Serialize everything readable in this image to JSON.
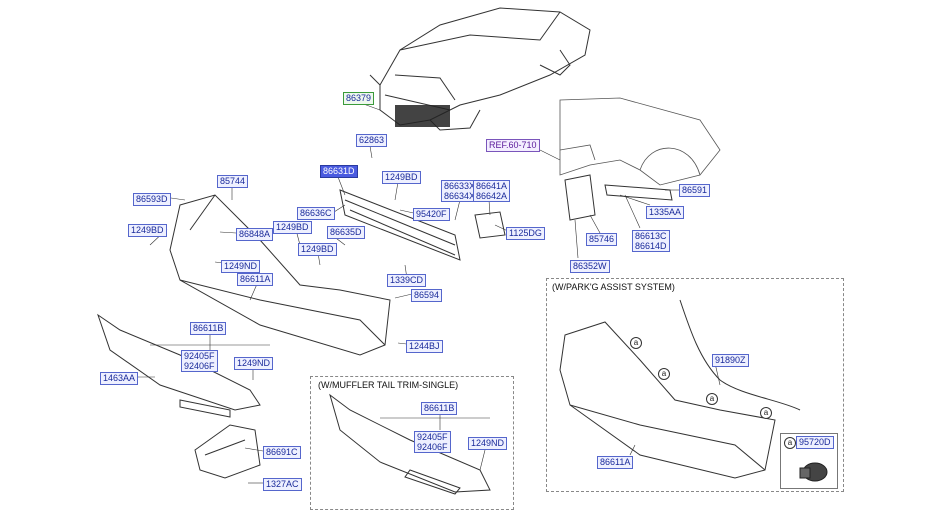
{
  "callouts": {
    "c86379": "86379",
    "c62863": "62863",
    "c86631D": "86631D",
    "c1249BD_top": "1249BD",
    "c85744": "85744",
    "c86593D": "86593D",
    "c86636C": "86636C",
    "c95420F": "95420F",
    "c86633X": "86633X\n86634X",
    "c86641A": "86641A\n86642A",
    "c1249BD_left": "1249BD",
    "c86848A": "86848A",
    "c1249BD_mid": "1249BD",
    "c86635D": "86635D",
    "c1125DG": "1125DG",
    "c1249BD_low": "1249BD",
    "c1249ND_a": "1249ND",
    "c86611A": "86611A",
    "c1339CD": "1339CD",
    "c86594": "86594",
    "c86611B": "86611B",
    "c92405F": "92405F\n92406F",
    "c1249ND_b": "1249ND",
    "c1244BJ": "1244BJ",
    "c1463AA": "1463AA",
    "c86691C": "86691C",
    "c1327AC": "1327AC",
    "cREF": "REF.60-710",
    "c86591": "86591",
    "c1335AA": "1335AA",
    "c85746": "85746",
    "c86613C": "86613C\n86614D",
    "c86352W": "86352W",
    "c86611B_m": "86611B",
    "c92405F_m": "92405F\n92406F",
    "c1249ND_m": "1249ND",
    "c91890Z": "91890Z",
    "c86611A_p": "86611A",
    "c95720D": "95720D"
  },
  "boxes": {
    "muffler_title": "(W/MUFFLER TAIL TRIM-SINGLE)",
    "parking_title": "(W/PARK'G ASSIST SYSTEM)"
  },
  "marks": {
    "a": "a"
  }
}
